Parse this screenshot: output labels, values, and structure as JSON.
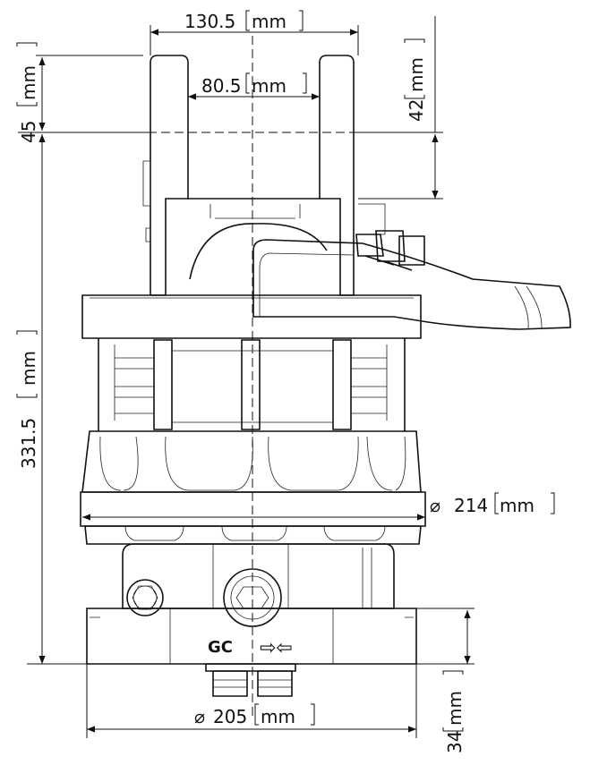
{
  "dimensions": {
    "top_width": {
      "value": "130.5",
      "unit": "mm"
    },
    "inner_width": {
      "value": "80.5",
      "unit": "mm"
    },
    "right_height": {
      "value": "42",
      "unit": "mm"
    },
    "left_offset": {
      "value": "45",
      "unit": "mm"
    },
    "total_height": {
      "value": "331.5",
      "unit": "mm"
    },
    "housing_diameter": {
      "symbol": "⌀",
      "value": "214",
      "unit": "mm"
    },
    "flange_diameter": {
      "symbol": "⌀",
      "value": "205",
      "unit": "mm"
    },
    "flange_height": {
      "value": "34",
      "unit": "mm"
    }
  },
  "labels": {
    "port_code": "GC",
    "flow_arrows": "⇨⇦"
  },
  "colors": {
    "line": "#111111",
    "background": "#ffffff"
  }
}
